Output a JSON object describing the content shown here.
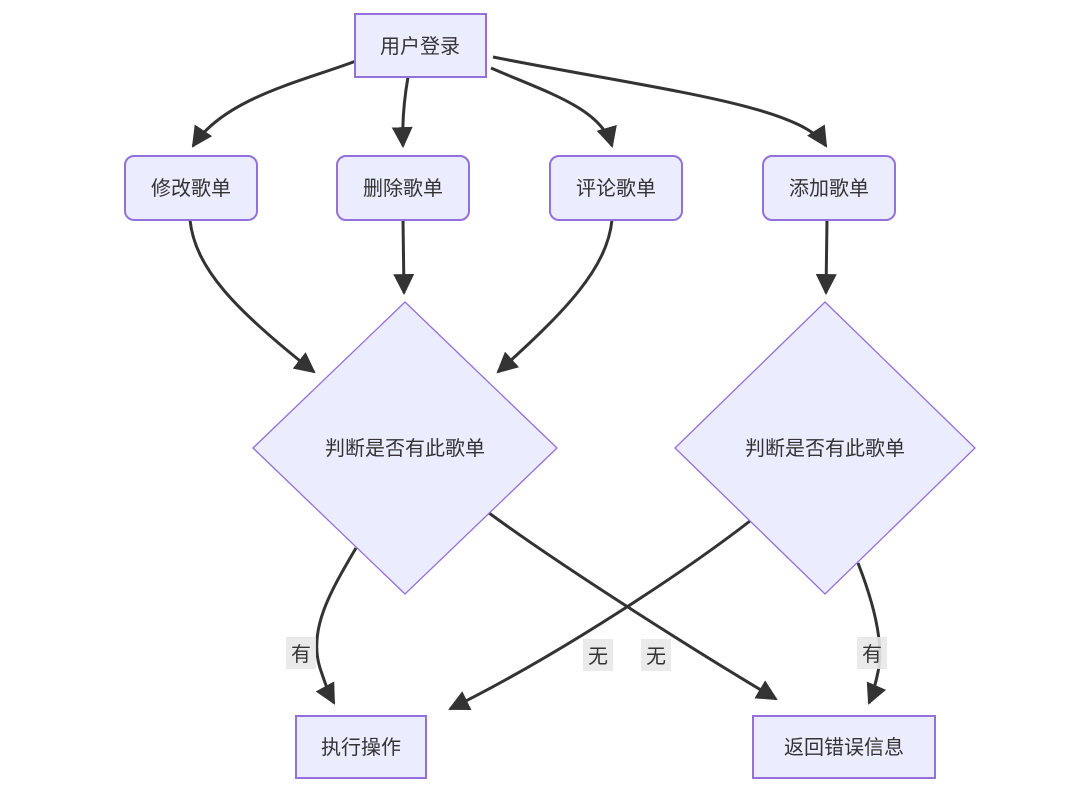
{
  "diagram": {
    "type": "flowchart",
    "direction": "top-down",
    "background_color": "#ffffff",
    "colors": {
      "node_fill": "#ECECFF",
      "node_border": "#9370DB",
      "edge_stroke": "#333333",
      "text": "#333333",
      "edge_label_bg": "#e8e8e8"
    },
    "nodes": {
      "login": {
        "label": "用户登录",
        "shape": "rectangle"
      },
      "modify": {
        "label": "修改歌单",
        "shape": "rounded-rectangle"
      },
      "delete": {
        "label": "删除歌单",
        "shape": "rounded-rectangle"
      },
      "comment": {
        "label": "评论歌单",
        "shape": "rounded-rectangle"
      },
      "add": {
        "label": "添加歌单",
        "shape": "rounded-rectangle"
      },
      "check_left": {
        "label": "判断是否有此歌单",
        "shape": "diamond"
      },
      "check_right": {
        "label": "判断是否有此歌单",
        "shape": "diamond"
      },
      "execute": {
        "label": "执行操作",
        "shape": "rectangle"
      },
      "error": {
        "label": "返回错误信息",
        "shape": "rectangle"
      }
    },
    "edge_labels": {
      "left_has": "有",
      "right_none": "无",
      "left_none": "无",
      "right_has": "有"
    },
    "edges": [
      {
        "from": "用户登录",
        "to": "修改歌单",
        "label": ""
      },
      {
        "from": "用户登录",
        "to": "删除歌单",
        "label": ""
      },
      {
        "from": "用户登录",
        "to": "评论歌单",
        "label": ""
      },
      {
        "from": "用户登录",
        "to": "添加歌单",
        "label": ""
      },
      {
        "from": "修改歌单",
        "to": "判断是否有此歌单(左)",
        "label": ""
      },
      {
        "from": "删除歌单",
        "to": "判断是否有此歌单(左)",
        "label": ""
      },
      {
        "from": "评论歌单",
        "to": "判断是否有此歌单(左)",
        "label": ""
      },
      {
        "from": "添加歌单",
        "to": "判断是否有此歌单(右)",
        "label": ""
      },
      {
        "from": "判断是否有此歌单(左)",
        "to": "执行操作",
        "label": "有"
      },
      {
        "from": "判断是否有此歌单(左)",
        "to": "返回错误信息",
        "label": "无"
      },
      {
        "from": "判断是否有此歌单(右)",
        "to": "执行操作",
        "label": "无"
      },
      {
        "from": "判断是否有此歌单(右)",
        "to": "返回错误信息",
        "label": "有"
      }
    ]
  }
}
